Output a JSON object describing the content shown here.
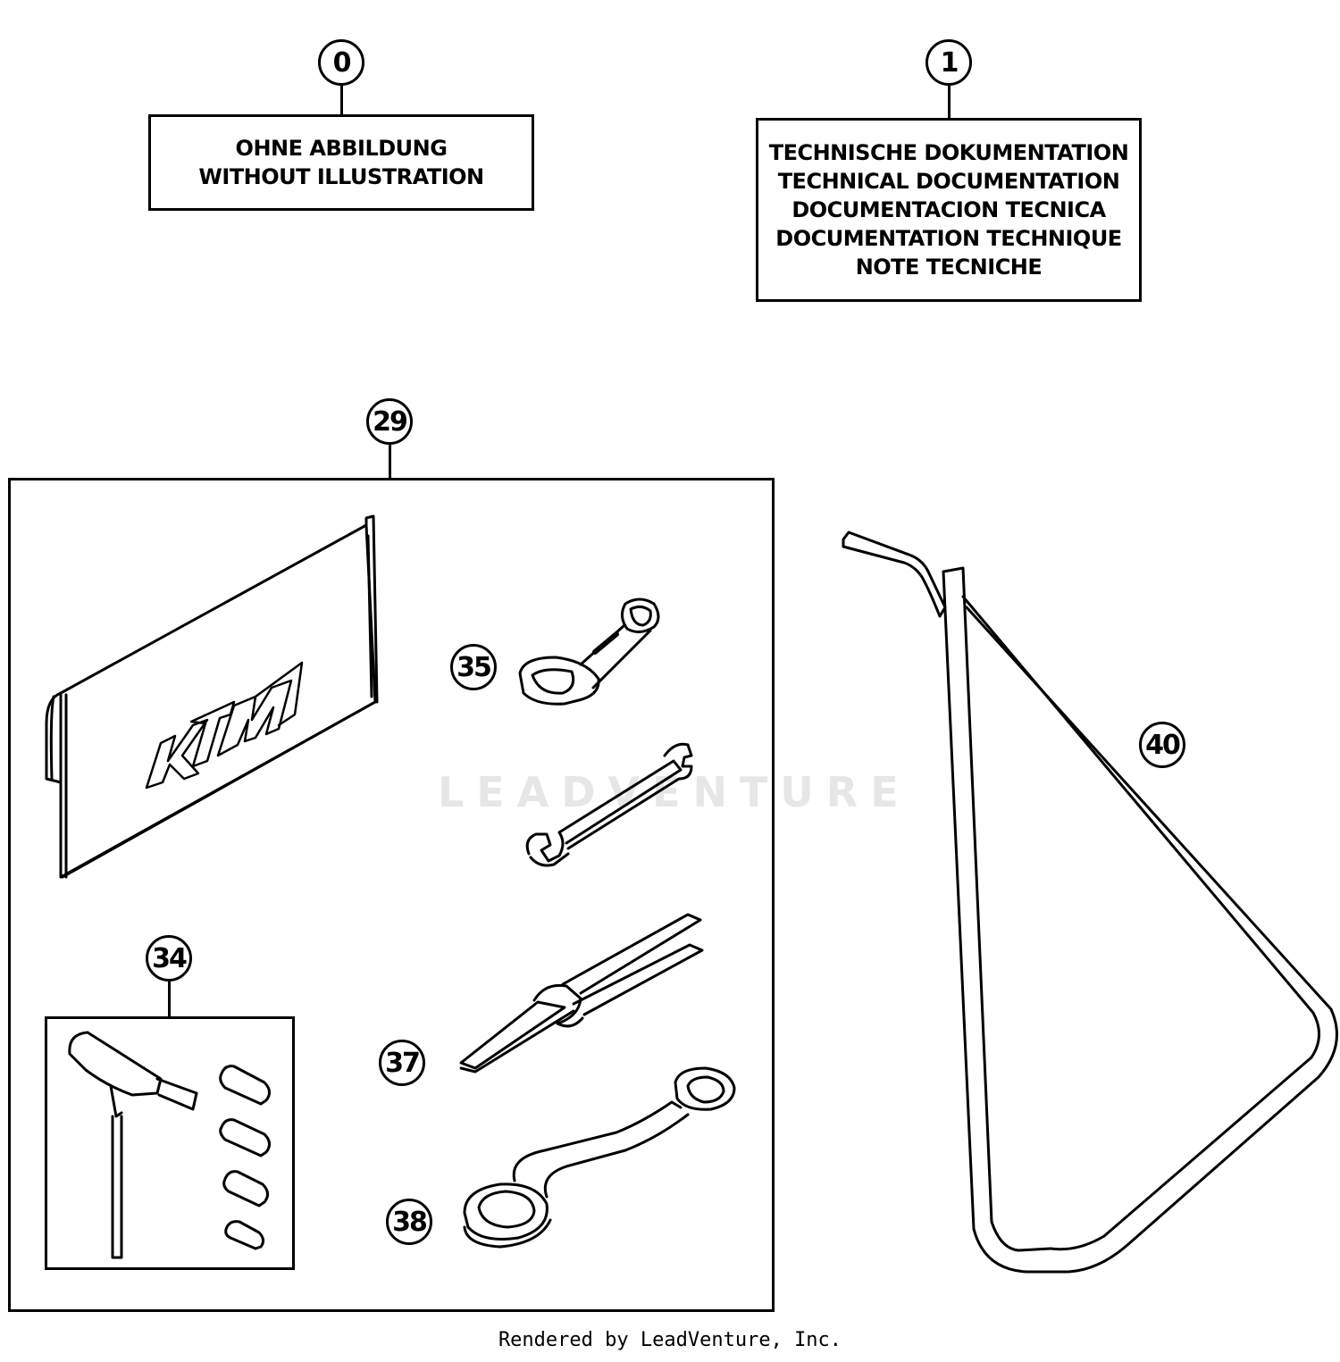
{
  "callouts": {
    "c0": "0",
    "c1": "1",
    "c29": "29",
    "c34": "34",
    "c35": "35",
    "c37": "37",
    "c38": "38",
    "c40": "40"
  },
  "box0": {
    "line1": "OHNE ABBILDUNG",
    "line2": "WITHOUT ILLUSTRATION"
  },
  "box1": {
    "line1": "TECHNISCHE DOKUMENTATION",
    "line2": "TECHNICAL DOCUMENTATION",
    "line3": "DOCUMENTACION TECNICA",
    "line4": "DOCUMENTATION TECHNIQUE",
    "line5": "NOTE TECNICHE"
  },
  "watermark": "LEADVENTURE",
  "footer": "Rendered by LeadVenture, Inc."
}
